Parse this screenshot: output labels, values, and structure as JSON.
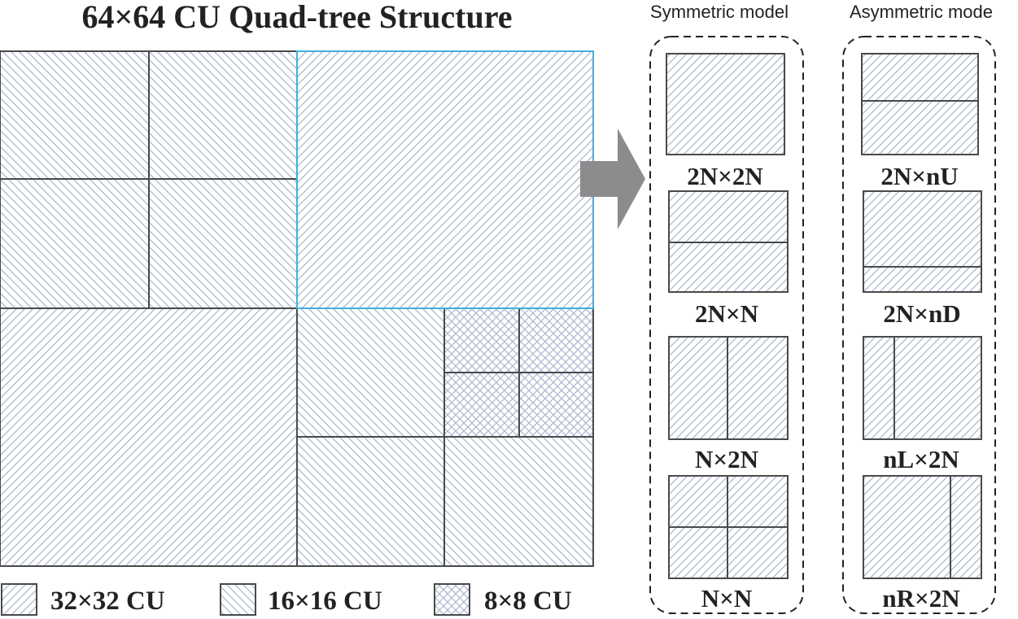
{
  "title": "64×64 CU Quad-tree Structure",
  "symmetric_header": "Symmetric model",
  "asymmetric_header": "Asymmetric mode",
  "symmetric_modes": [
    "2N×2N",
    "2N×N",
    "N×2N",
    "N×N"
  ],
  "asymmetric_modes": [
    "2N×nU",
    "2N×nD",
    "nL×2N",
    "nR×2N"
  ],
  "legend": [
    {
      "label": "32×32 CU",
      "pattern": "diagonal-up"
    },
    {
      "label": "16×16 CU",
      "pattern": "diagonal-down"
    },
    {
      "label": "8×8 CU",
      "pattern": "crosshatch"
    }
  ],
  "colors": {
    "hatch": "#a9b7d0",
    "outline": "#4a4a4a",
    "highlight": "#3fb0e0",
    "arrow": "#8c8c8c"
  }
}
